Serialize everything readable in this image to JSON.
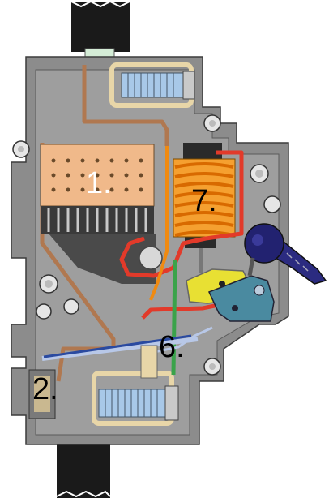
{
  "callouts": {
    "arc_chute": "1.",
    "terminal": "2.",
    "contact": "6.",
    "solenoid": "7."
  },
  "colors": {
    "housing": "#8c8c8c",
    "housing_dark": "#6e6e6e",
    "interior": "#9e9e9e",
    "cable_jacket": "#1a1a1a",
    "cable_core": "#d4ecd6",
    "arc_chute": "#f0b98a",
    "copper": "#b07850",
    "heater": "#e23a2a",
    "coil": "#f08a10",
    "trip_lever": "#e8e033",
    "knob": "#222270",
    "latch": "#4a8aa0",
    "screw": "#a8c8e8"
  }
}
